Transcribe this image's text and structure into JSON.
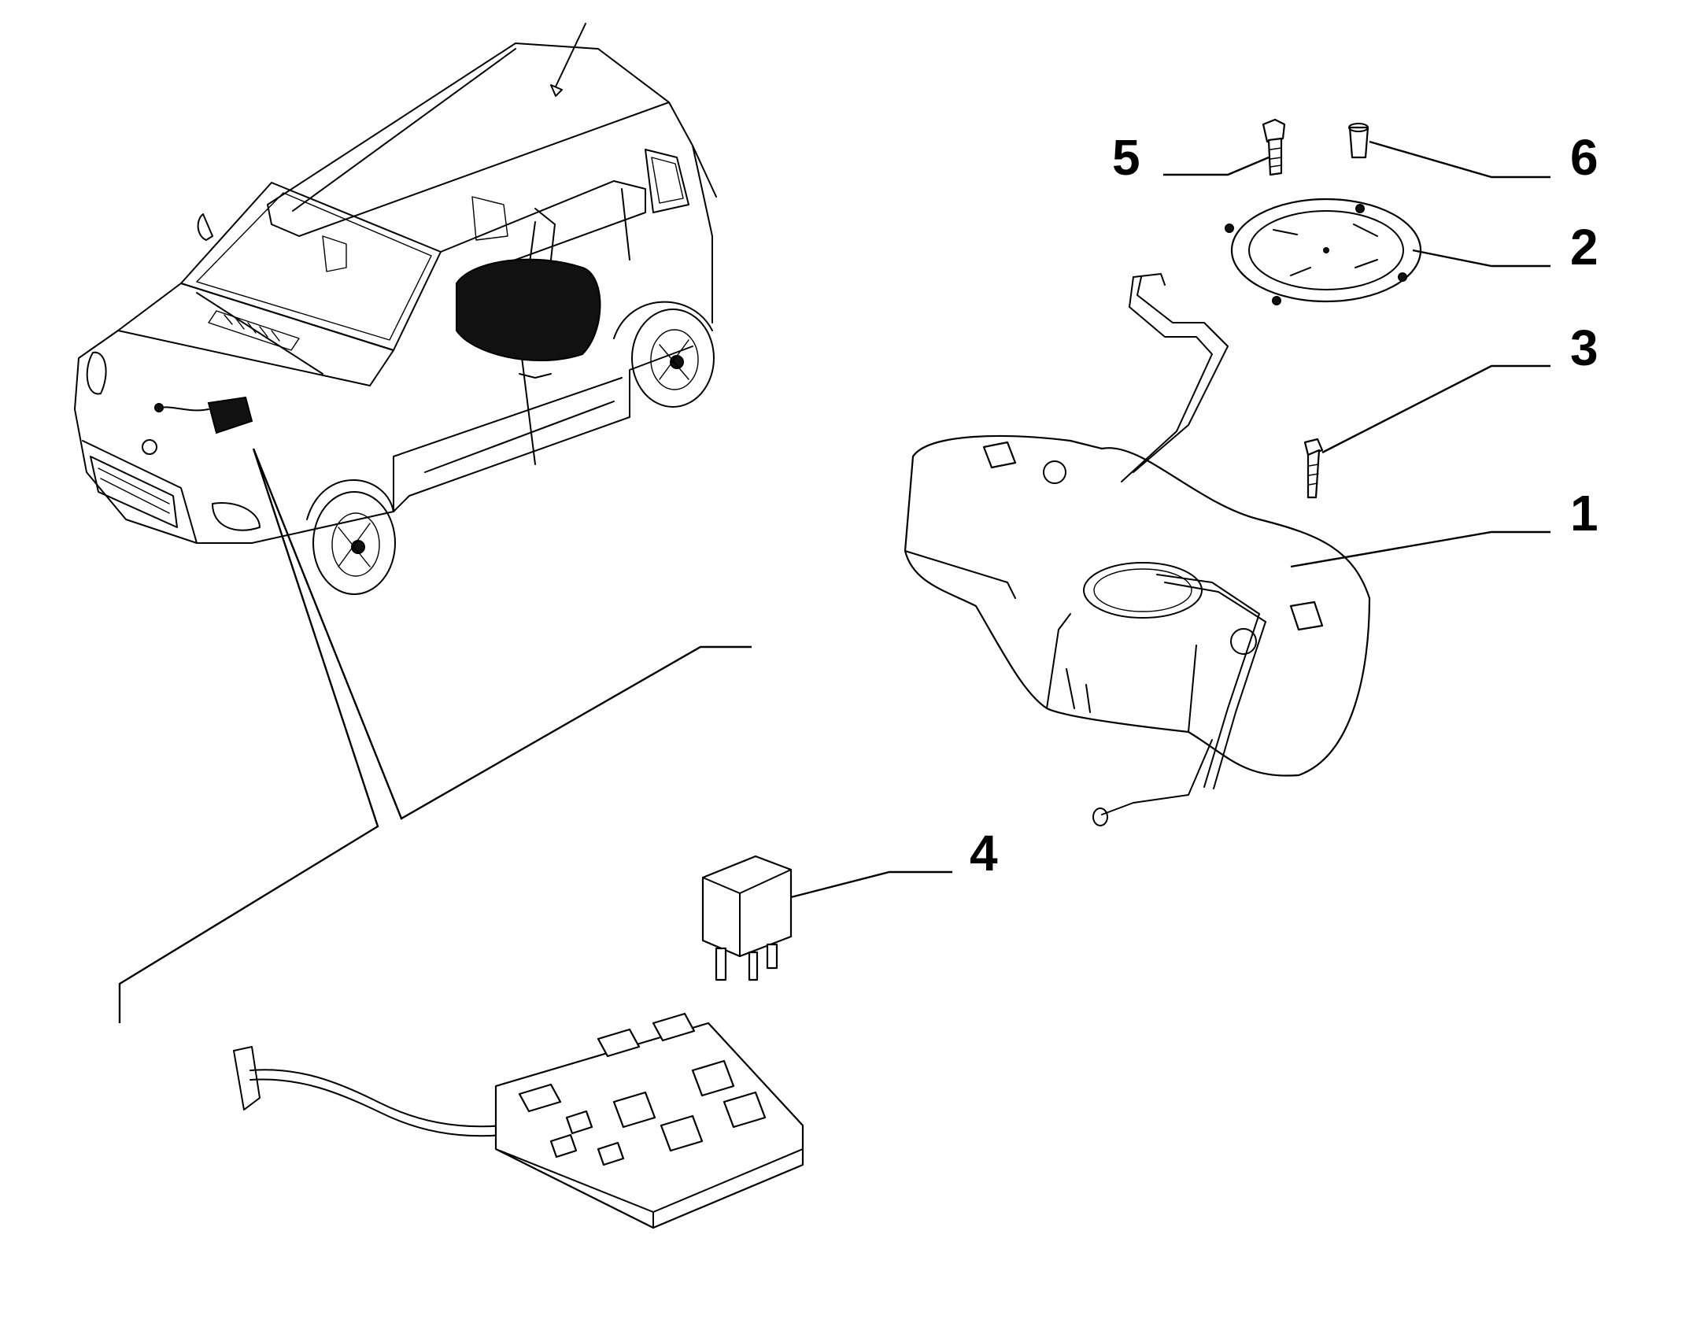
{
  "diagram": {
    "callouts": [
      {
        "id": "1",
        "label": "1"
      },
      {
        "id": "2",
        "label": "2"
      },
      {
        "id": "3",
        "label": "3"
      },
      {
        "id": "4",
        "label": "4"
      },
      {
        "id": "5",
        "label": "5"
      },
      {
        "id": "6",
        "label": "6"
      }
    ],
    "icons": [
      "car-illustration",
      "fuel-tank",
      "tank-flange-ring",
      "bolt",
      "plug",
      "relay",
      "fuse-box"
    ]
  }
}
